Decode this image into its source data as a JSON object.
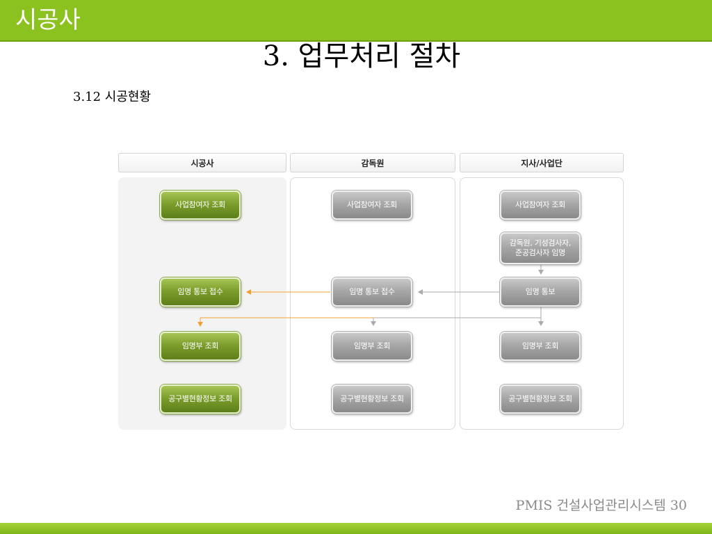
{
  "header": {
    "section": "시공사",
    "title": "3. 업무처리 절차"
  },
  "subtitle": "3.12 시공현황",
  "diagram": {
    "lanes": [
      "시공사",
      "감독원",
      "지사/사업단"
    ],
    "contractor": {
      "participant_query": "사업참여자 조회",
      "appointment_receipt": "임명 통보 접수",
      "register_query": "임명부 조회",
      "section_status_query": "공구별현황정보 조회"
    },
    "supervisor": {
      "participant_query": "사업참여자 조회",
      "appointment_receipt": "임명 통보 접수",
      "register_query": "임명부 조회",
      "section_status_query": "공구별현황정보 조회"
    },
    "branch": {
      "participant_query": "사업참여자 조회",
      "appoint_line1": "감독원, 기성검사자,",
      "appoint_line2": "준공검사자 임명",
      "appointment_notice": "임명 통보",
      "register_query": "임명부 조회",
      "section_status_query": "공구별현황정보 조회"
    },
    "colors": {
      "green": "#7c9e2c",
      "gray": "#a7a7a7",
      "orange_arrow": "#f0a030",
      "gray_arrow": "#aaaaaa"
    }
  },
  "footer": {
    "system": "PMIS 건설사업관리시스템 30"
  }
}
